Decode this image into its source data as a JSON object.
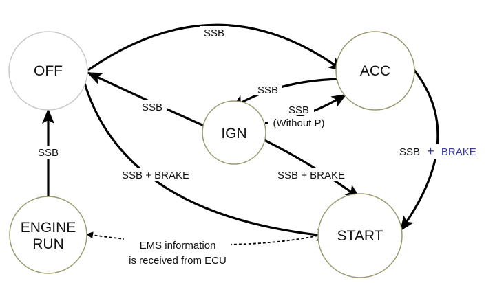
{
  "colors": {
    "off_state_border": "#c9c9c9",
    "other_state_border": "#9a9a70",
    "brake_highlight": "#3a3aa8",
    "edge": "#000000"
  },
  "states": {
    "off": "OFF",
    "acc": "ACC",
    "ign": "IGN",
    "start": "START",
    "engine_run_line1": "ENGINE",
    "engine_run_line2": "RUN"
  },
  "transitions": {
    "off_to_acc": "SSB",
    "acc_to_ign": "SSB",
    "ign_to_off": "SSB",
    "ign_to_acc_line1": "SSB",
    "ign_to_acc_line2": "(Without P)",
    "off_to_start": "SSB + BRAKE",
    "ign_to_start": "SSB + BRAKE",
    "acc_to_start_ssb": "SSB",
    "acc_to_start_plus": "+",
    "acc_to_start_brake": "BRAKE",
    "engine_run_to_off": "SSB",
    "start_to_engine_run_line1": "EMS information",
    "start_to_engine_run_line2": "is received from ECU"
  }
}
